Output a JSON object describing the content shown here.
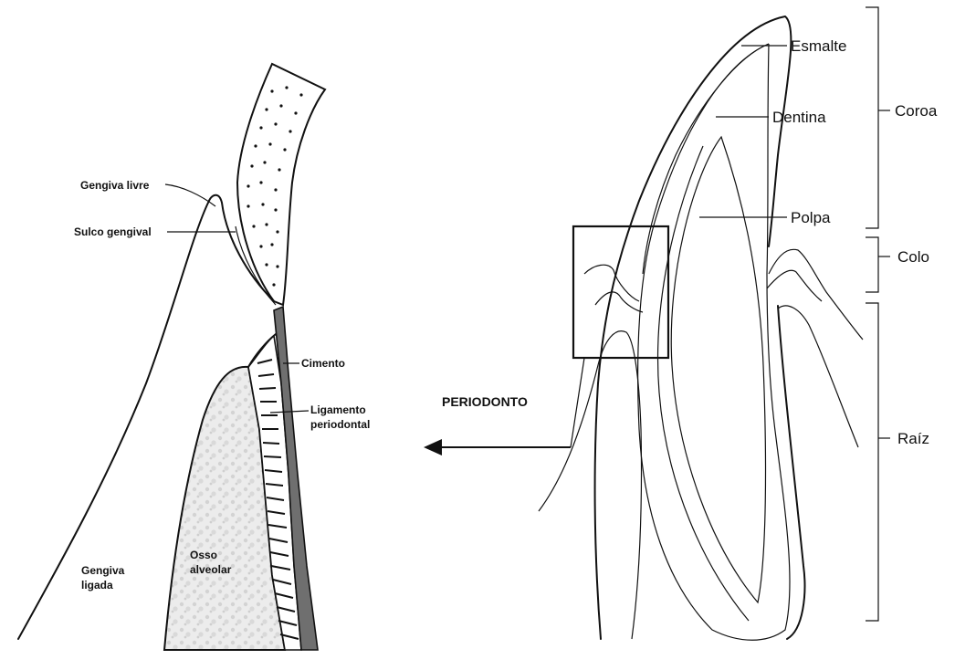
{
  "left_panel": {
    "labels": {
      "gengiva_livre": "Gengiva livre",
      "sulco_gengival": "Sulco gengival",
      "cimento": "Cimento",
      "ligamento_line1": "Ligamento",
      "ligamento_line2": "periodontal",
      "gengiva_ligada_line1": "Gengiva",
      "gengiva_ligada_line2": "ligada",
      "osso_line1": "Osso",
      "osso_line2": "alveolar"
    }
  },
  "arrow": {
    "label": "PERIODONTO"
  },
  "right_panel": {
    "labels": {
      "esmalte": "Esmalte",
      "dentina": "Dentina",
      "polpa": "Polpa",
      "coroa": "Coroa",
      "colo": "Colo",
      "raiz": "Raíz"
    }
  },
  "colors": {
    "line": "#111111",
    "cementum": "#6f6f6f",
    "bone_fill": "#e6e6e6",
    "background": "#ffffff"
  }
}
